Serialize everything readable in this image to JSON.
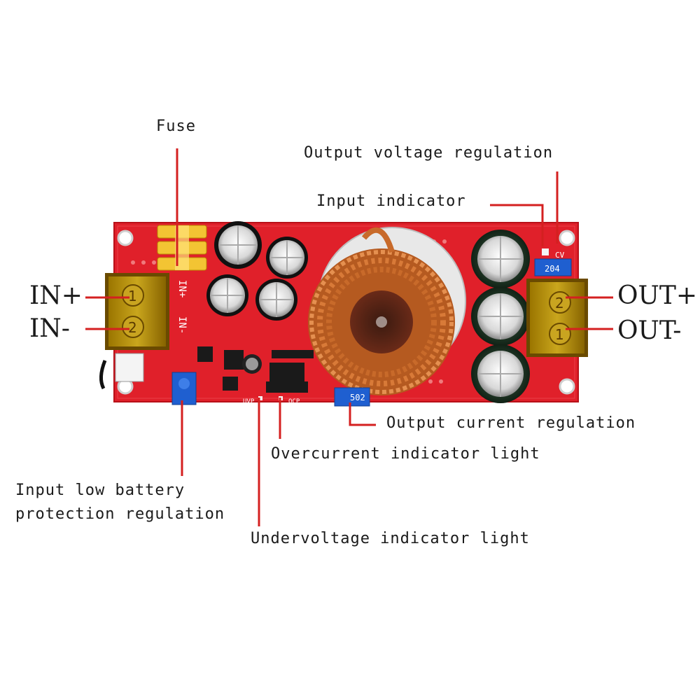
{
  "labels": {
    "fuse": "Fuse",
    "output_voltage_regulation": "Output voltage regulation",
    "input_indicator": "Input indicator",
    "in_plus": "IN+",
    "in_minus": "IN-",
    "out_plus": "OUT+",
    "out_minus": "OUT-",
    "output_current_regulation": "Output current regulation",
    "overcurrent_indicator_light": "Overcurrent indicator light",
    "input_low_battery_line1": "Input low battery",
    "input_low_battery_line2": "protection regulation",
    "undervoltage_indicator_light": "Undervoltage indicator light"
  },
  "silkscreen": {
    "in_plus": "IN+",
    "in_minus": "IN-",
    "terminal_1": "1",
    "terminal_2": "2",
    "pot_output_current": "502",
    "pot_output_voltage": "204",
    "cv": "CV",
    "uvp": "UVP",
    "ocp": "OCP"
  },
  "colors": {
    "pcb_red": "#e0202a",
    "leader_line": "#d42020",
    "terminal_amber": "#c8a000",
    "pot_blue": "#1f5fd0",
    "copper": "#c86a2a"
  }
}
